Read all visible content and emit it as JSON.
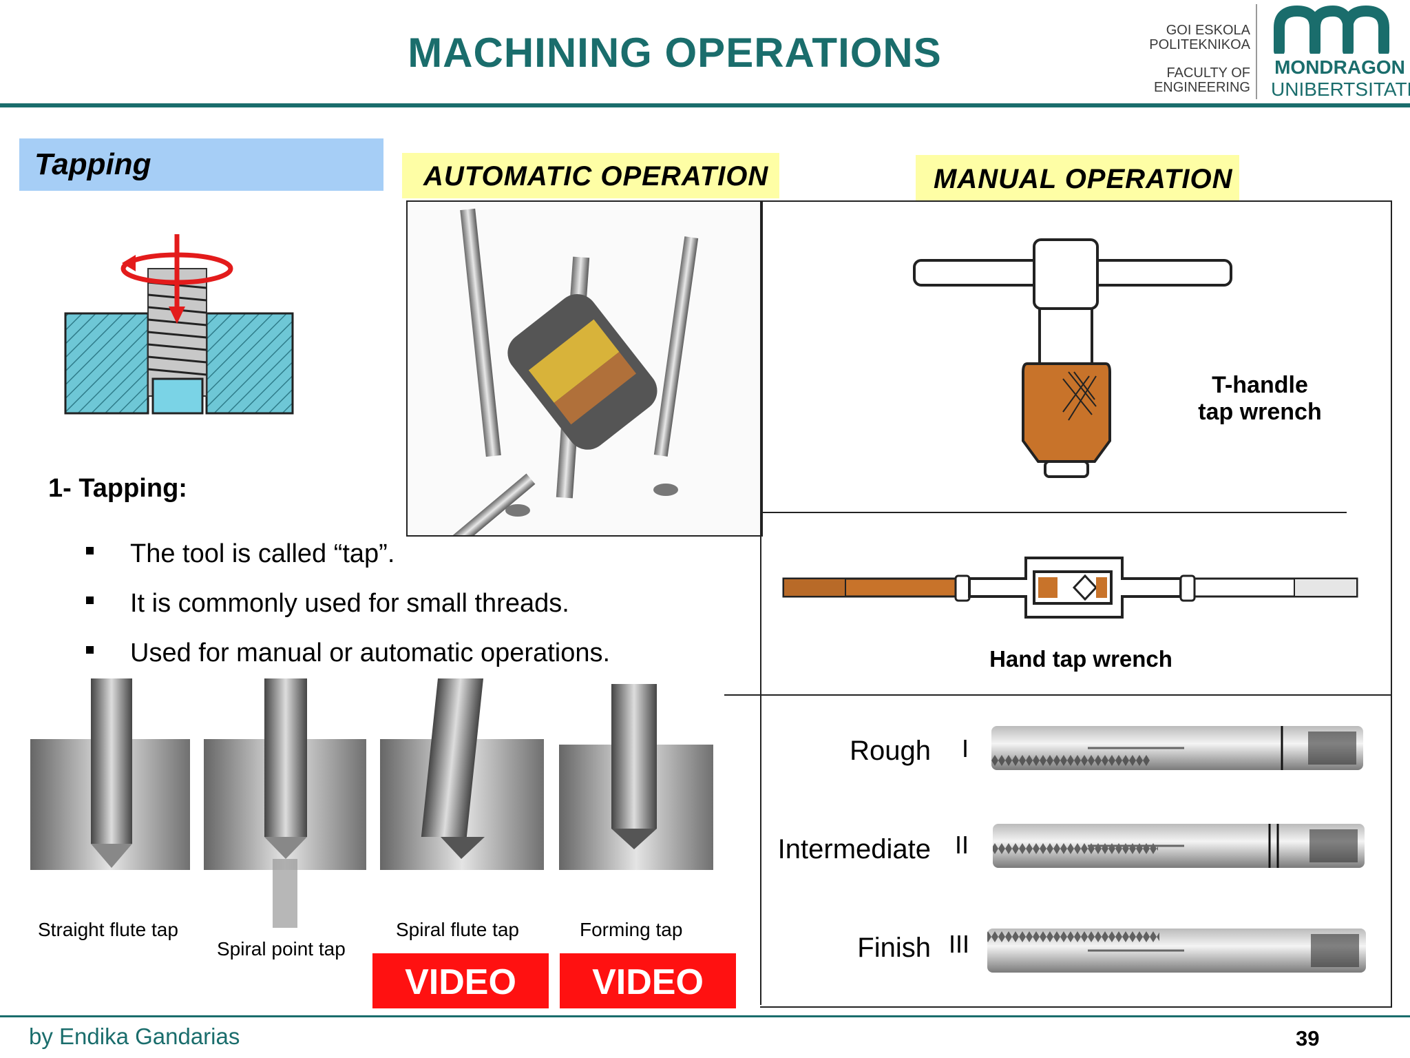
{
  "header": {
    "title": "MACHINING OPERATIONS",
    "logo_lines": [
      "GOI ESKOLA",
      "POLITEKNIKOA",
      "FACULTY OF",
      "ENGINEERING"
    ],
    "logo_name_1": "MONDRAGON",
    "logo_name_2": "UNIBERTSITATEA"
  },
  "section": {
    "tab_label": "Tapping",
    "automatic_label": "AUTOMATIC OPERATION",
    "manual_label": "MANUAL OPERATION"
  },
  "content": {
    "heading": "1- Tapping:",
    "bullets": [
      "The tool is called “tap”.",
      "It is commonly used for small threads.",
      "Used for manual or automatic operations."
    ]
  },
  "tap_types": {
    "captions": [
      "Straight flute tap",
      "Spiral point tap",
      "Spiral flute tap",
      "Forming tap"
    ],
    "video_label": "VIDEO"
  },
  "manual": {
    "t_handle_line1": "T-handle",
    "t_handle_line2": "tap wrench",
    "hand_tap_wrench": "Hand tap wrench",
    "grades": [
      {
        "name": "Rough",
        "mark": "I"
      },
      {
        "name": "Intermediate",
        "mark": "II"
      },
      {
        "name": "Finish",
        "mark": "III"
      }
    ]
  },
  "footer": {
    "author": "by Endika Gandarias",
    "page": "39"
  },
  "colors": {
    "brand_teal": "#1a6d6c",
    "tab_blue": "#a6cef6",
    "label_yellow": "#fefea5",
    "video_red": "#ff1111",
    "wrench_orange": "#c8732a"
  }
}
